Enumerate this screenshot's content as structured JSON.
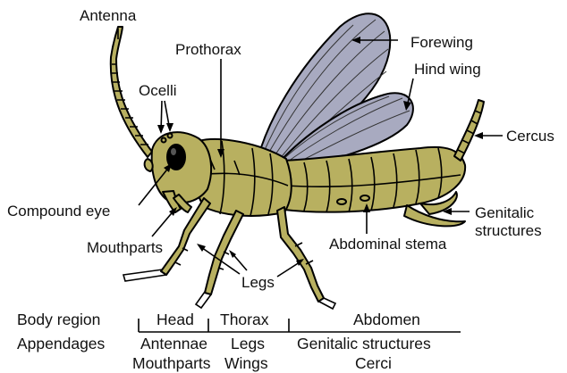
{
  "diagram": {
    "labels": {
      "antenna": "Antenna",
      "prothorax": "Prothorax",
      "forewing": "Forewing",
      "hind_wing": "Hind wing",
      "ocelli": "Ocelli",
      "cercus": "Cercus",
      "compound_eye": "Compound eye",
      "genitalic_structures_line1": "Genitalic",
      "genitalic_structures_line2": "structures",
      "mouthparts": "Mouthparts",
      "abdominal_stema": "Abdominal stema",
      "legs": "Legs"
    },
    "table": {
      "row_labels": {
        "body_region": "Body region",
        "appendages": "Appendages"
      },
      "regions": {
        "head": "Head",
        "thorax": "Thorax",
        "abdomen": "Abdomen"
      },
      "appendages": {
        "head_line1": "Antennae",
        "head_line2": "Mouthparts",
        "thorax_line1": "Legs",
        "thorax_line2": "Wings",
        "abdomen_line1": "Genitalic structures",
        "abdomen_line2": "Cerci"
      }
    },
    "colors": {
      "body": "#b8b060",
      "wing": "#a8aac0",
      "outline": "#000000"
    }
  }
}
